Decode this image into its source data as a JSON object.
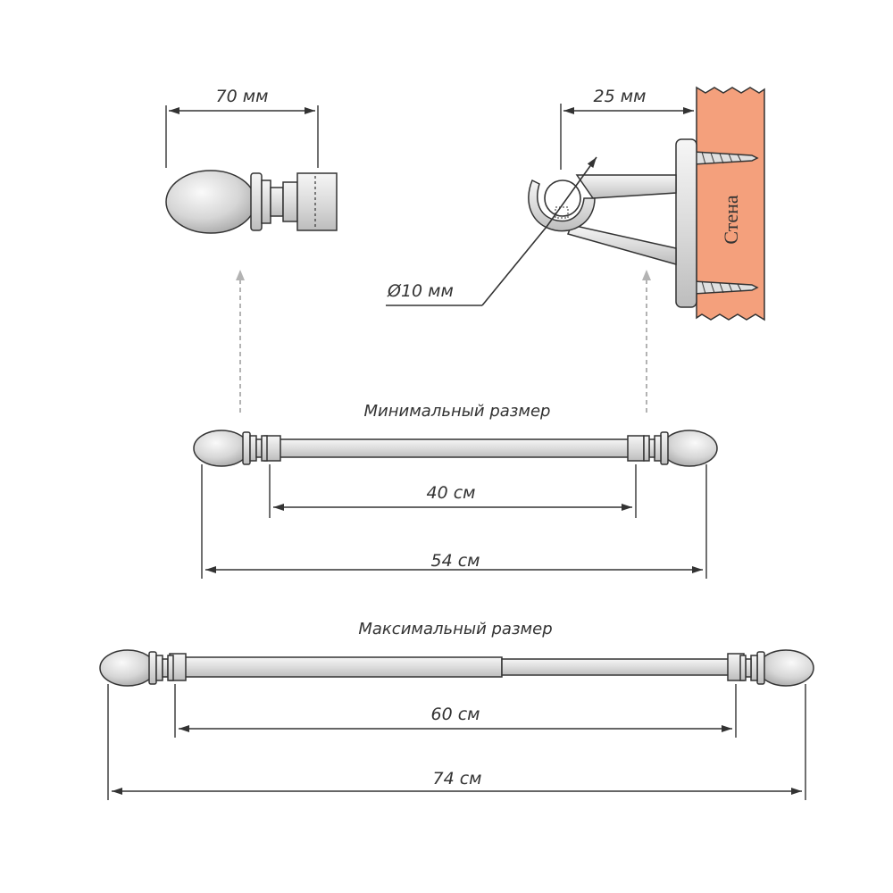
{
  "labels": {
    "finial_width": "70 мм",
    "bracket_offset": "25 мм",
    "rod_diameter": "Ø10 мм",
    "wall": "Стена",
    "min_title": "Минимальный размер",
    "min_inner": "40 см",
    "min_outer": "54 см",
    "max_title": "Максимальный размер",
    "max_inner": "60 см",
    "max_outer": "74 см"
  },
  "colors": {
    "wall_fill": "#f4a07c",
    "rod_fill": "#ebebeb",
    "line": "#333333",
    "guide_arrow": "#b3b3b3"
  }
}
